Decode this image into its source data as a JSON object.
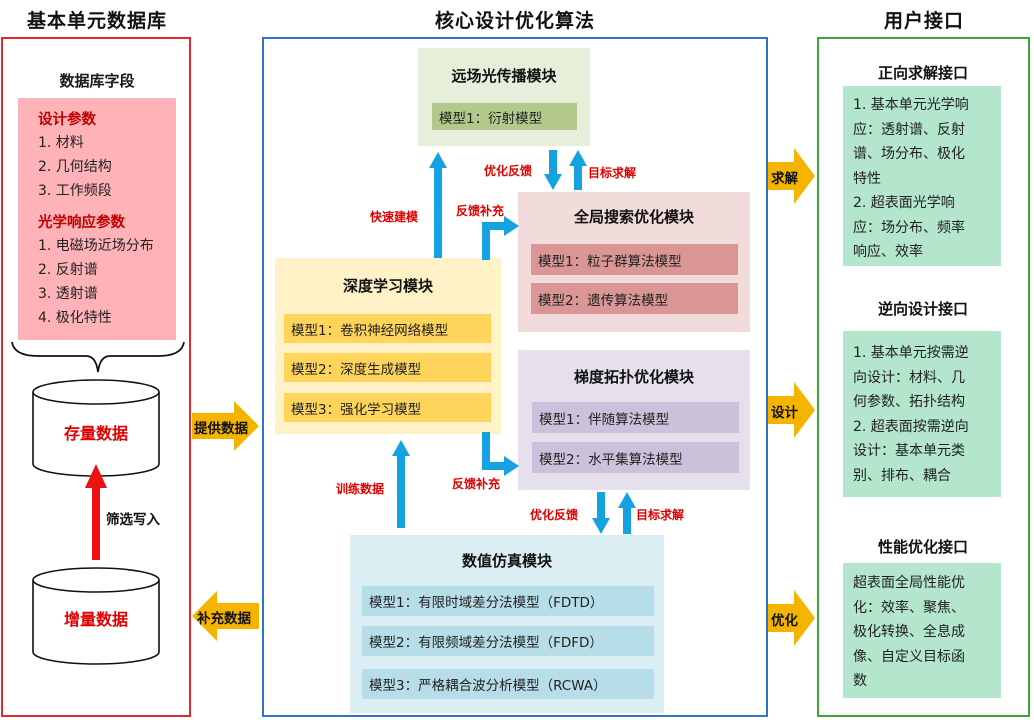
{
  "columns": {
    "database": "基本单元数据库",
    "algorithm": "核心设计优化算法",
    "interface": "用户接口"
  },
  "database": {
    "fields_title": "数据库字段",
    "design_params": {
      "title": "设计参数",
      "items": [
        "1. 材料",
        "2. 几何结构",
        "3. 工作频段"
      ]
    },
    "optical_params": {
      "title": "光学响应参数",
      "items": [
        "1. 电磁场近场分布",
        "2. 反射谱",
        "3. 透射谱",
        "4. 极化特性"
      ]
    },
    "stock_data": "存量数据",
    "incremental_data": "增量数据",
    "filter_write": "筛选写入"
  },
  "flows": {
    "provide_data": "提供数据",
    "supplement_data": "补充数据",
    "solve": "求解",
    "design": "设计",
    "optimize": "优化"
  },
  "modules": {
    "far_field": {
      "title": "远场光传播模块",
      "models": [
        "模型1：衍射模型"
      ]
    },
    "global_search": {
      "title": "全局搜索优化模块",
      "models": [
        "模型1：粒子群算法模型",
        "模型2：遗传算法模型"
      ]
    },
    "deep_learning": {
      "title": "深度学习模块",
      "models": [
        "模型1：卷积神经网络模型",
        "模型2：深度生成模型",
        "模型3：强化学习模型"
      ]
    },
    "gradient_topology": {
      "title": "梯度拓扑优化模块",
      "models": [
        "模型1：伴随算法模型",
        "模型2：水平集算法模型"
      ]
    },
    "numerical_sim": {
      "title": "数值仿真模块",
      "models": [
        "模型1：有限时域差分法模型（FDTD）",
        "模型2：有限频域差分法模型（FDFD）",
        "模型3：严格耦合波分析模型（RCWA）"
      ]
    }
  },
  "labels": {
    "fast_modeling": "快速建模",
    "opt_feedback_top": "优化反馈",
    "target_solve_top": "目标求解",
    "feedback_supplement_top": "反馈补充",
    "feedback_supplement_bottom": "反馈补充",
    "training_data": "训练数据",
    "opt_feedback_bottom": "优化反馈",
    "target_solve_bottom": "目标求解"
  },
  "interfaces": {
    "forward": {
      "title": "正向求解接口",
      "lines": [
        "1. 基本单元光学响",
        "应：透射谱、反射",
        "谱、场分布、极化",
        "特性",
        "2. 超表面光学响",
        "应：场分布、频率",
        "响应、效率"
      ]
    },
    "inverse": {
      "title": "逆向设计接口",
      "lines": [
        "1. 基本单元按需逆",
        "向设计：材料、几",
        "何参数、拓扑结构",
        "2. 超表面按需逆向",
        "设计：基本单元类",
        "别、排布、耦合"
      ]
    },
    "performance": {
      "title": "性能优化接口",
      "lines": [
        "超表面全局性能优",
        "化：效率、聚焦、",
        "极化转换、全息成",
        "像、自定义目标函",
        "数"
      ]
    }
  },
  "colors": {
    "red_frame": "#e0282e",
    "blue_frame": "#2e74c8",
    "green_frame": "#3aa83a",
    "pink_fill": "#ffb3b8",
    "blue_arrow": "#14a3e0",
    "orange_arrow": "#f5b400",
    "red_arrow": "#ee1111"
  }
}
